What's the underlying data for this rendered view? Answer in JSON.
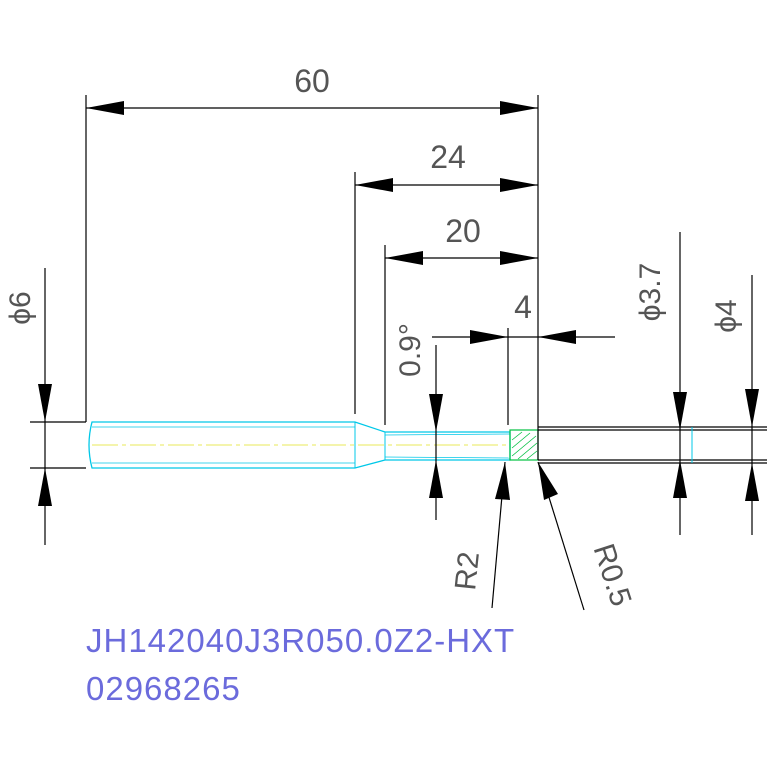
{
  "colors": {
    "background": "#ffffff",
    "dimension_lines": "#000000",
    "dimension_text": "#555555",
    "tool_outline": "#00c8e8",
    "centerline": "#e8e85a",
    "cutting_edge": "#00c040",
    "part_code_text": "#6b6bdc"
  },
  "dimensions": {
    "overall_length": "60",
    "reach_length": "24",
    "neck_length": "20",
    "flute_length": "4",
    "shank_diameter": "ϕ6",
    "neck_angle": "0.9°",
    "diameter_3_7": "ϕ3.7",
    "diameter_4": "ϕ4",
    "corner_radius": "R0.5",
    "transition_radius": "R2"
  },
  "part": {
    "code": "JH142040J3R050.0Z2-HXT",
    "number": "02968265"
  }
}
